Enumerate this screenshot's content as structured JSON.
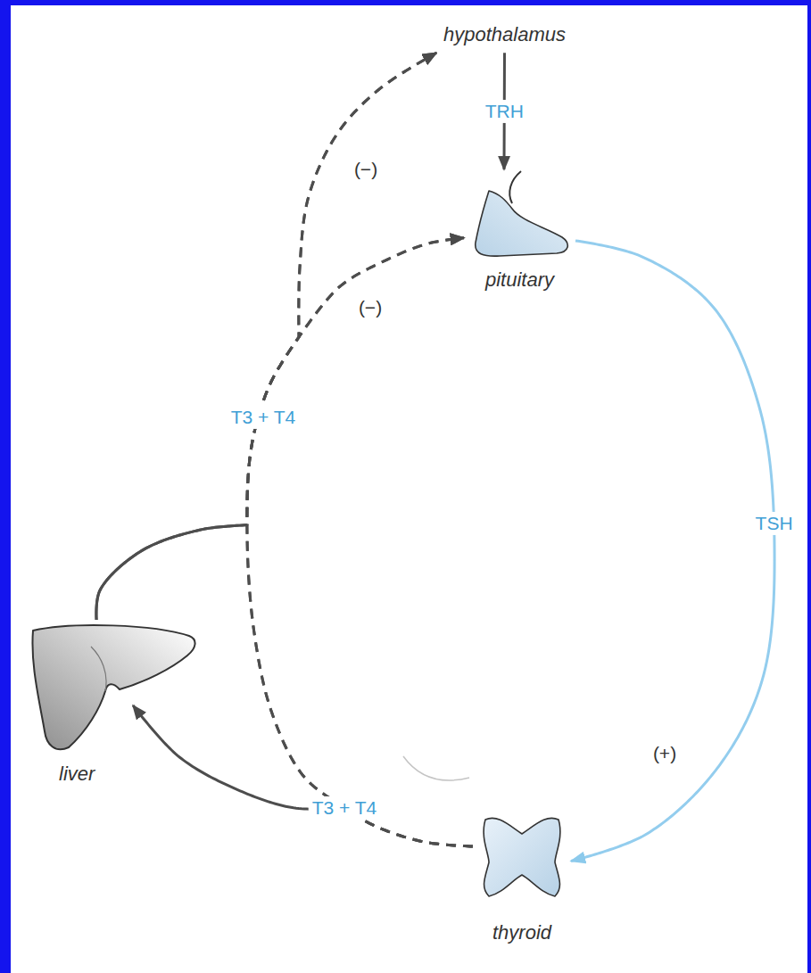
{
  "diagram": {
    "nodes": [
      {
        "text": [
          "hypothalamus"
        ]
      },
      {
        "text": [
          "pituitary"
        ]
      },
      {
        "text": [
          "liver"
        ]
      },
      {
        "text": [
          "thyroid"
        ]
      }
    ],
    "edges": [
      {
        "from": 0,
        "to": 1,
        "label": "TRH",
        "arrow": "to"
      },
      {
        "from": 1,
        "to": 3,
        "label": "TSH",
        "arrow": "to"
      },
      {
        "from": 3,
        "to": 2,
        "label": "T3 + T4",
        "arrow": "to"
      },
      {
        "from": 3,
        "to": 0,
        "arrow": "to"
      },
      {
        "from": 3,
        "to": 1,
        "arrow": "to"
      },
      {
        "from": 2,
        "to": 0,
        "arrow": "to"
      },
      {
        "from": 2,
        "to": 1,
        "arrow": "to"
      }
    ],
    "labels": [
      "(−)",
      "(−)",
      "T3 + T4",
      "(+)"
    ]
  }
}
